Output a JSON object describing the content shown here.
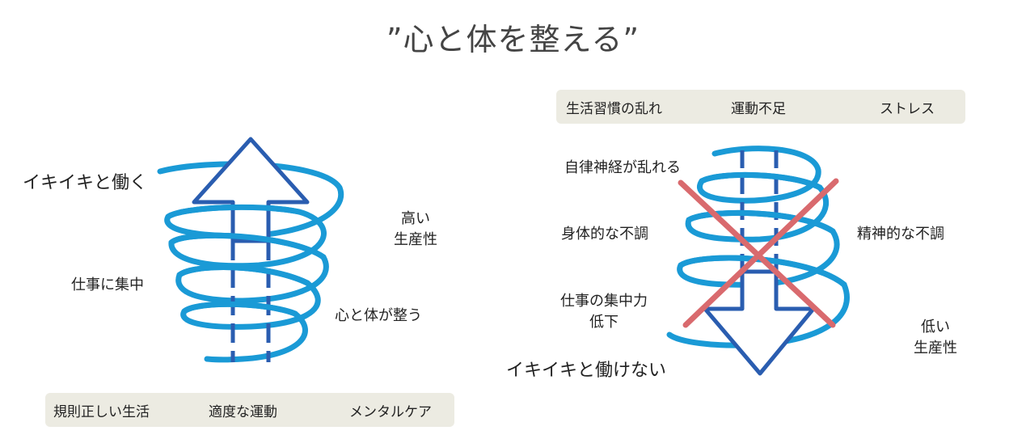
{
  "title": "”心と体を整える”",
  "left": {
    "top_label": "イキイキと働く",
    "label_concentration": "仕事に集中",
    "label_productivity_line1": "高い",
    "label_productivity_line2": "生産性",
    "label_balance": "心と体が整う",
    "bottom_bar": [
      "規則正しい生活",
      "適度な運動",
      "メンタルケア"
    ]
  },
  "right": {
    "top_bar": [
      "生活習慣の乱れ",
      "運動不足",
      "ストレス"
    ],
    "label_autonomic": "自律神経が乱れる",
    "label_physical": "身体的な不調",
    "label_mental": "精神的な不調",
    "label_concentration_line1": "仕事の集中力",
    "label_concentration_line2": "低下",
    "label_productivity_line1": "低い",
    "label_productivity_line2": "生産性",
    "bottom_label": "イキイキと働けない"
  },
  "colors": {
    "spiral": "#1a9ad6",
    "arrow": "#2a5db0",
    "cross": "#d96a6e",
    "bar_bg": "#ecebe2"
  }
}
